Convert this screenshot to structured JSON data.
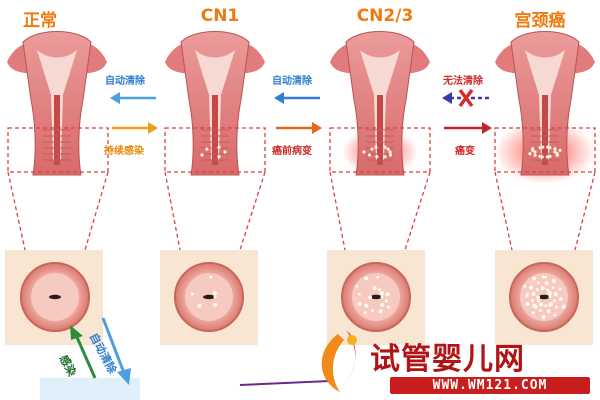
{
  "stages": [
    {
      "title": "正常"
    },
    {
      "title": "CN1"
    },
    {
      "title": "CN2/3"
    },
    {
      "title": "宫颈癌"
    }
  ],
  "transitions": [
    {
      "back_label": "自动清除",
      "forward_label": "持续感染"
    },
    {
      "back_label": "自动清除",
      "forward_label": "癌前病变"
    },
    {
      "back_label": "无法清除",
      "forward_label": "癌变"
    }
  ],
  "cycle": {
    "clear_label": "自动清除",
    "infect_label": "感染"
  },
  "watermark": {
    "site_name": "试管婴儿网",
    "url": "WWW.WM121.COM"
  },
  "colors": {
    "title": "#f07a12",
    "back_arrow_blue": "#4aa0e0",
    "forward_arrow_orange": "#f29a1e",
    "forward_arrow_red": "#d82a2a",
    "label_blue": "#2e7fd0",
    "label_orange": "#e98b12",
    "label_red": "#d02a2a",
    "tissue_pink": "#e58f8f",
    "tissue_red": "#c23b3b",
    "panel_bg": "#f9e6d2",
    "dashed_red": "#d84040"
  }
}
